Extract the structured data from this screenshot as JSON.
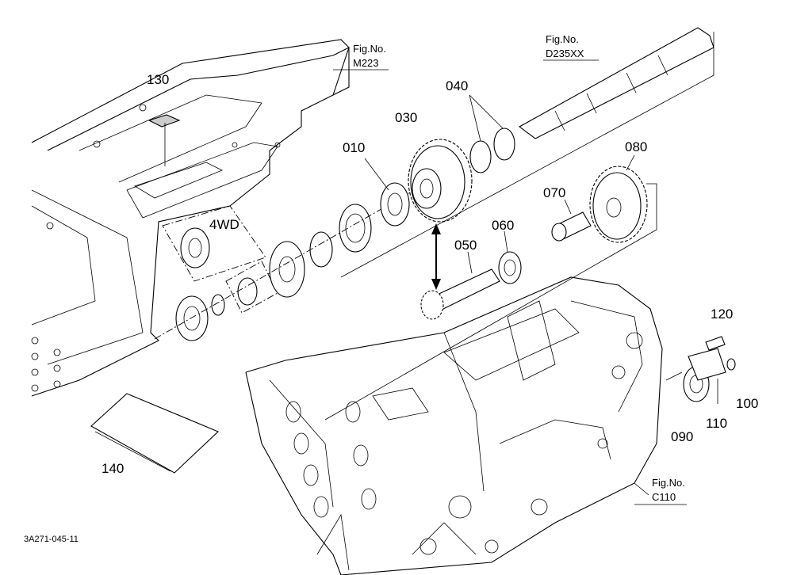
{
  "parts": {
    "p010": "010",
    "p030": "030",
    "p040": "040",
    "p050": "050",
    "p060": "060",
    "p070": "070",
    "p080": "080",
    "p090": "090",
    "p100": "100",
    "p110": "110",
    "p120": "120",
    "p130": "130",
    "p140": "140",
    "wd": "4WD"
  },
  "figure_refs": {
    "m223": {
      "prefix": "Fig.No.",
      "number": "M223"
    },
    "d235": {
      "prefix": "Fig.No.",
      "number": "D235XX"
    },
    "c110": {
      "prefix": "Fig.No.",
      "number": "C110"
    }
  },
  "drawing_code": "3A271-045-11"
}
